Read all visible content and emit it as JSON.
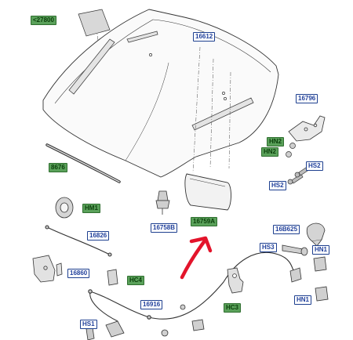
{
  "labels": {
    "l27800": "<27800",
    "l16612": "16612",
    "l16796": "16796",
    "lHN2a": "HN2",
    "lHN2b": "HN2",
    "lHS2a": "HS2",
    "lHS2b": "HS2",
    "l8676": "8676",
    "lHM1": "HM1",
    "l16758B": "16758B",
    "l16759A": "16759A",
    "l16B625": "16B625",
    "l16826": "16826",
    "lHS3": "HS3",
    "lHN1a": "HN1",
    "lHN1b": "HN1",
    "l16860": "16860",
    "lHC4": "HC4",
    "lHC3": "HC3",
    "l16916": "16916",
    "lHS1": "HS1"
  },
  "colors": {
    "label_border": "#1d3f8f",
    "label_text_blue": "#1f3f9b",
    "label_fill_green": "#5aa15a",
    "annotation_arrow": "#e3142b",
    "line_art": "#333333"
  }
}
